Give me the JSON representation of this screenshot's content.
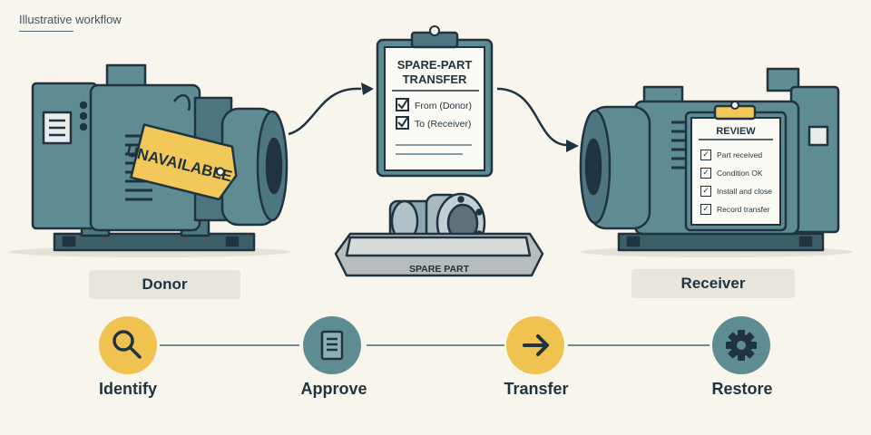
{
  "caption": "Illustrative workflow",
  "donor": {
    "label": "Donor",
    "tag": "UNAVAILABLE"
  },
  "receiver": {
    "label": "Receiver"
  },
  "transfer_form": {
    "title_line1": "SPARE-PART",
    "title_line2": "TRANSFER",
    "items": [
      "From (Donor)",
      "To (Receiver)"
    ]
  },
  "spare_part": {
    "tray_label": "SPARE PART"
  },
  "review_form": {
    "title": "REVIEW",
    "items": [
      "Part received",
      "Condition OK",
      "Install and close",
      "Record transfer"
    ]
  },
  "steps": [
    {
      "label": "Identify",
      "icon": "magnifier-icon",
      "color": "#f0c350"
    },
    {
      "label": "Approve",
      "icon": "document-icon",
      "color": "#5f8c93"
    },
    {
      "label": "Transfer",
      "icon": "arrow-right-icon",
      "color": "#f0c350"
    },
    {
      "label": "Restore",
      "icon": "gear-icon",
      "color": "#5f8c93"
    }
  ],
  "colors": {
    "machine": "#5f8c93",
    "machine_dark": "#3d5f68",
    "outline": "#1f3340",
    "tag": "#f3c85a",
    "background": "#f8f5ec"
  }
}
